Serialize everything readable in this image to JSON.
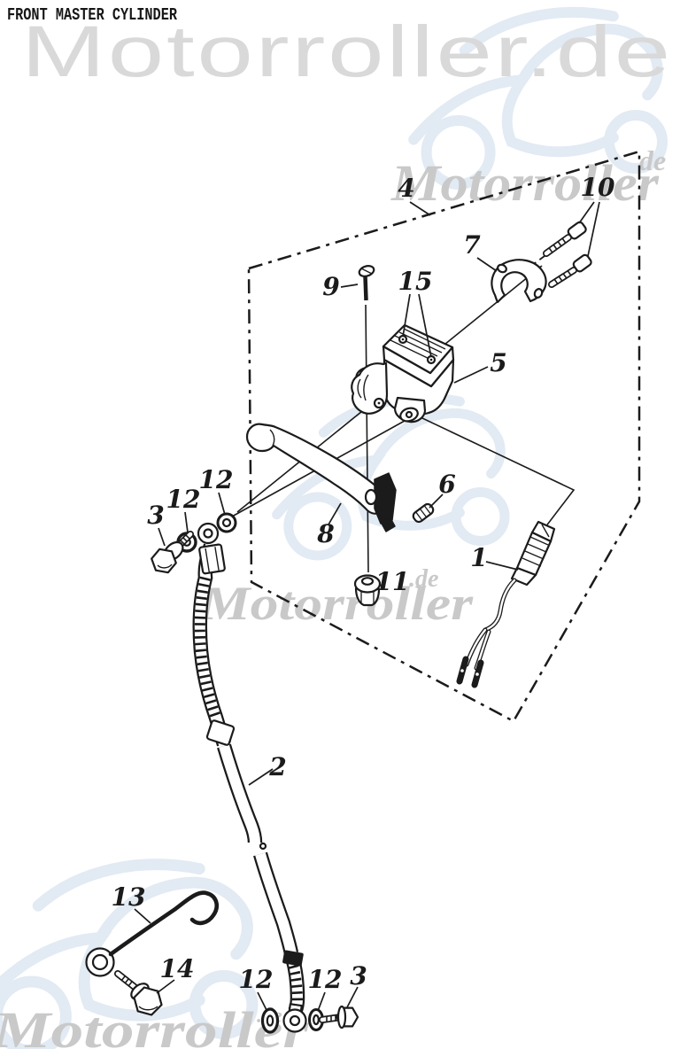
{
  "title": "FRONT MASTER CYLINDER",
  "watermark": {
    "brand": "Motorroller.de",
    "script_brand": "Motorroller",
    "suffix_de": "de",
    "suffix_dot_de": ".de",
    "text_color": "#d9d9d9",
    "script_color": "#c9c9c9",
    "logo_color": "#c7d6e9"
  },
  "diagram": {
    "type": "exploded-parts-diagram",
    "ink_color": "#1b1b1b",
    "callouts": [
      {
        "label": "4"
      },
      {
        "label": "10"
      },
      {
        "label": "7"
      },
      {
        "label": "9"
      },
      {
        "label": "15"
      },
      {
        "label": "5"
      },
      {
        "label": "12"
      },
      {
        "label": "12"
      },
      {
        "label": "3"
      },
      {
        "label": "6"
      },
      {
        "label": "8"
      },
      {
        "label": "11"
      },
      {
        "label": "1"
      },
      {
        "label": "2"
      },
      {
        "label": "13"
      },
      {
        "label": "14"
      },
      {
        "label": "12"
      },
      {
        "label": "12"
      },
      {
        "label": "3"
      }
    ]
  }
}
